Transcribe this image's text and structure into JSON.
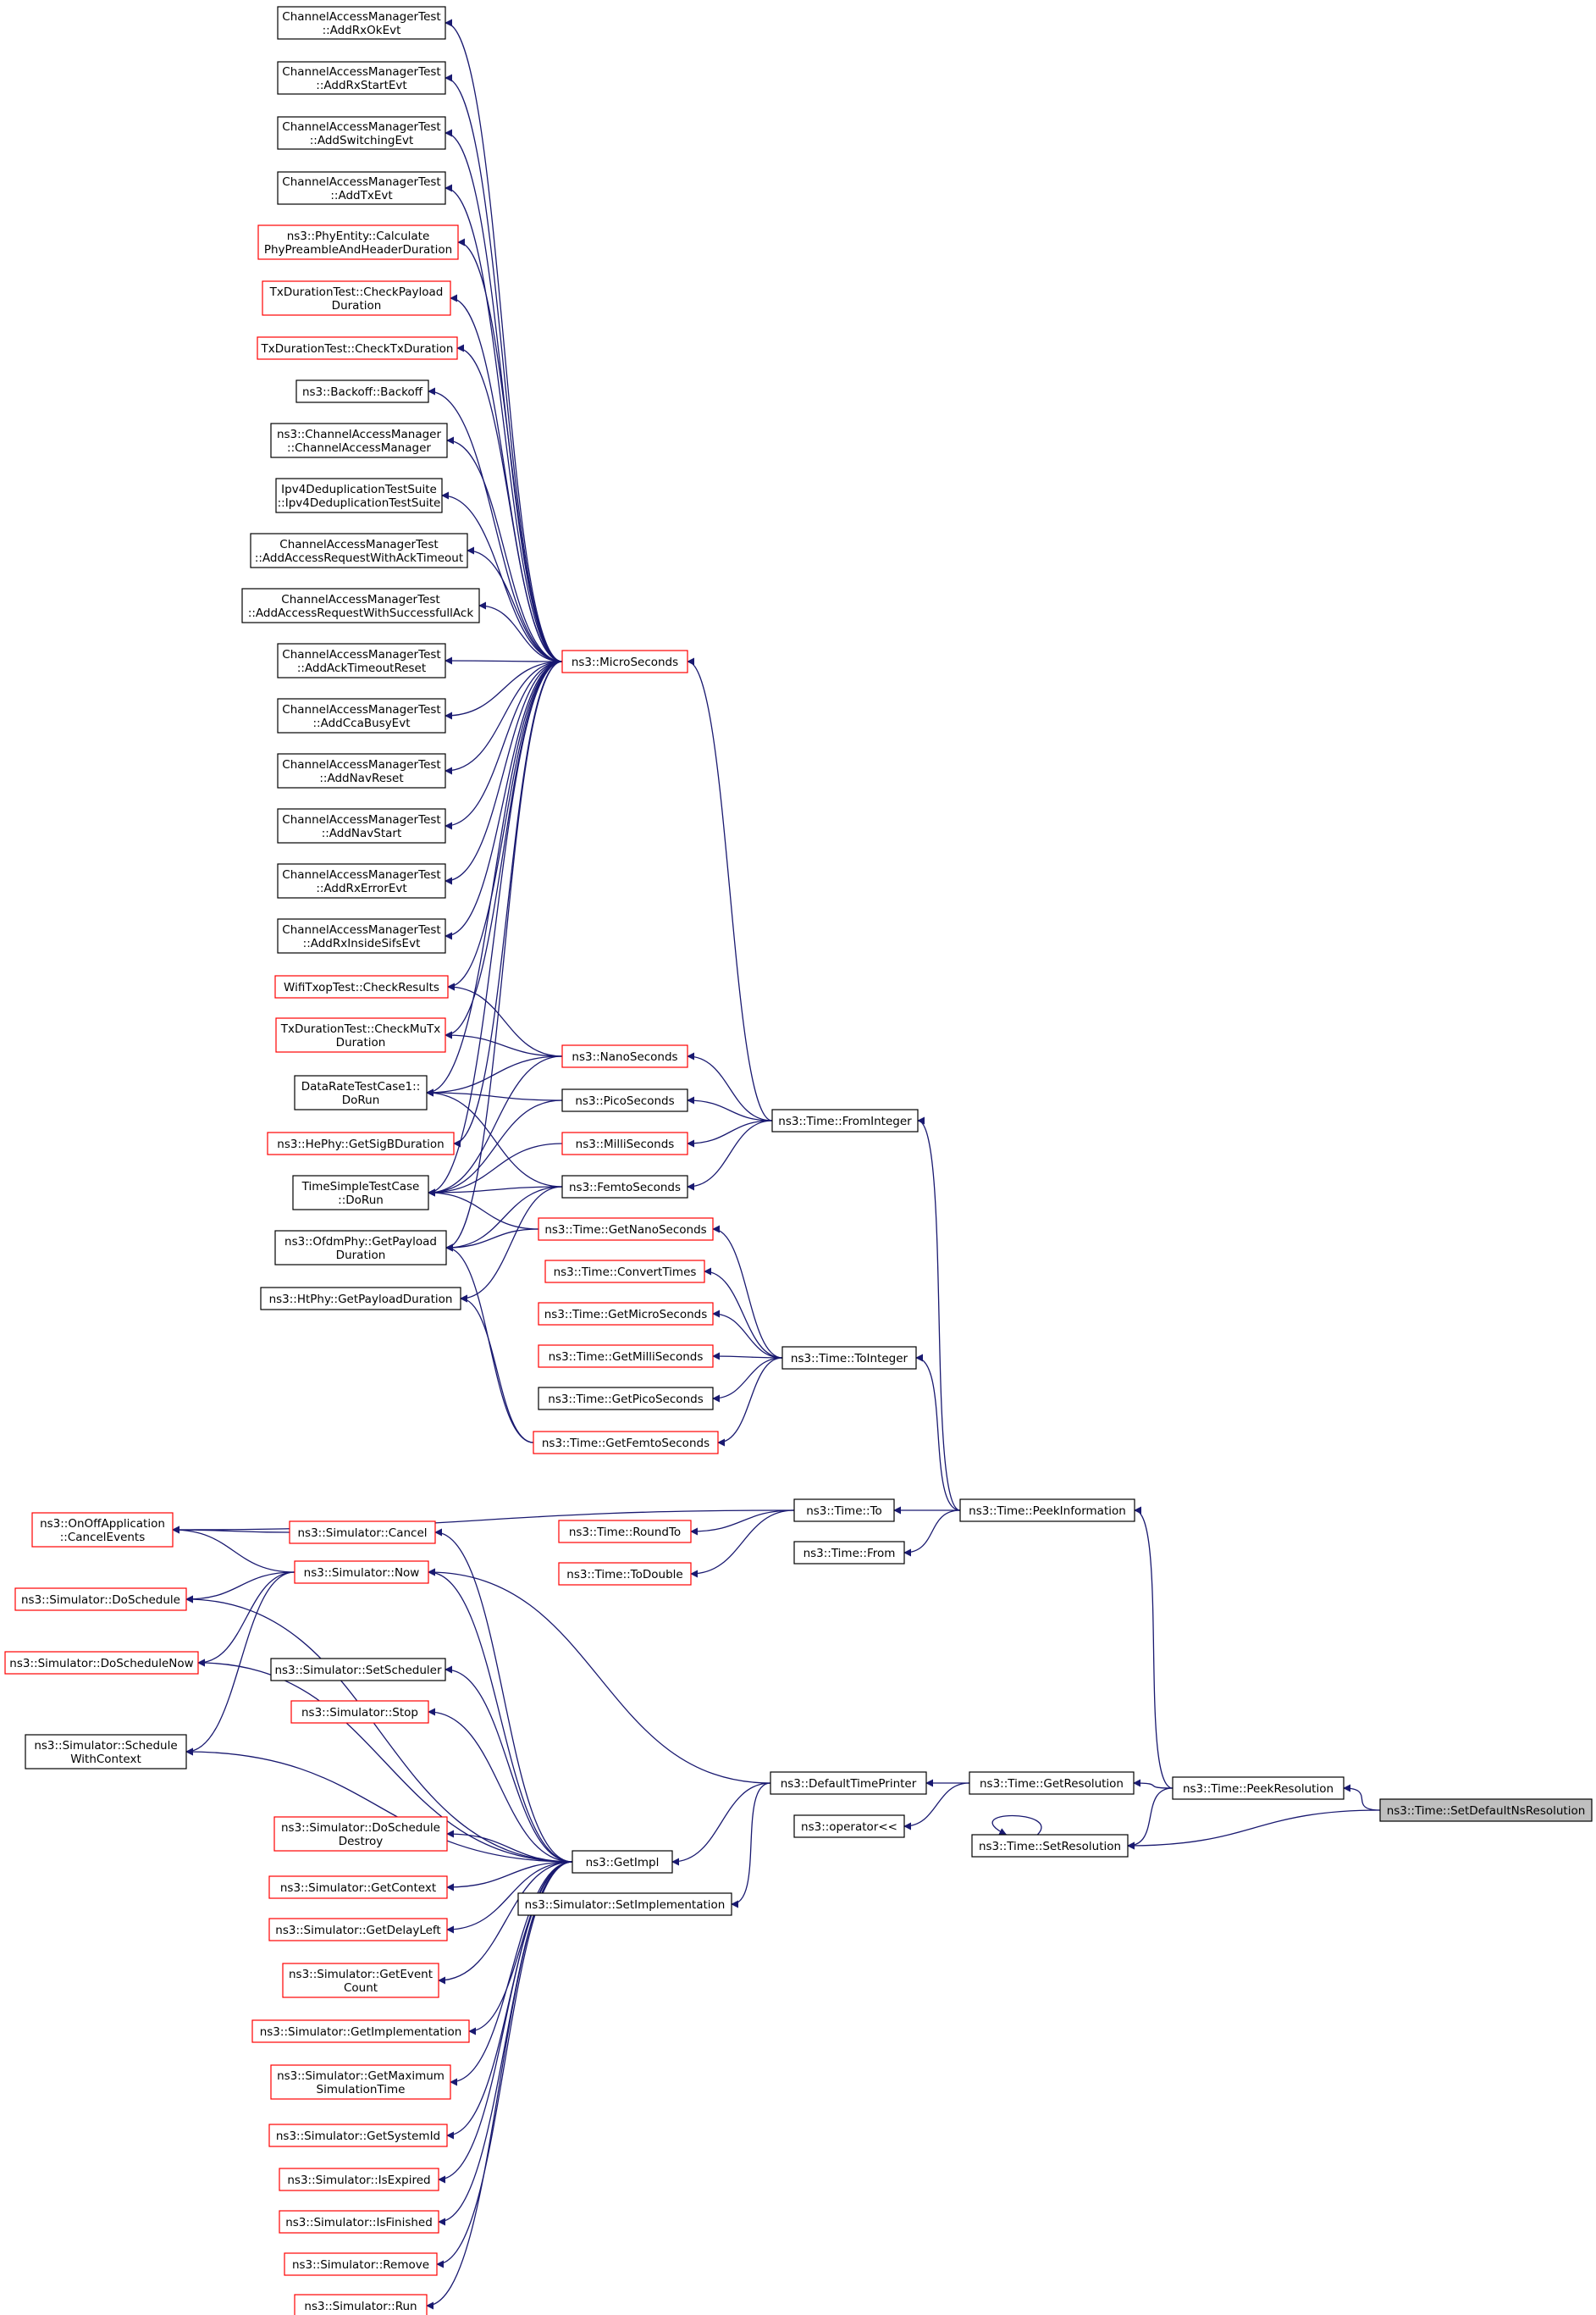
{
  "colors": {
    "edge": "#191970",
    "border_black": "#000000",
    "border_red": "#ff0000",
    "root_fill": "#bfbfbf"
  },
  "nodes": [
    {
      "id": "n1",
      "lines": [
        "ChannelAccessManagerTest",
        "::AddRxOkEvt"
      ],
      "border": "black"
    },
    {
      "id": "n2",
      "lines": [
        "ChannelAccessManagerTest",
        "::AddRxStartEvt"
      ],
      "border": "black"
    },
    {
      "id": "n3",
      "lines": [
        "ChannelAccessManagerTest",
        "::AddSwitchingEvt"
      ],
      "border": "black"
    },
    {
      "id": "n4",
      "lines": [
        "ChannelAccessManagerTest",
        "::AddTxEvt"
      ],
      "border": "black"
    },
    {
      "id": "n5",
      "lines": [
        "ns3::PhyEntity::Calculate",
        "PhyPreambleAndHeaderDuration"
      ],
      "border": "red"
    },
    {
      "id": "n6",
      "lines": [
        "TxDurationTest::CheckPayload",
        "Duration"
      ],
      "border": "red"
    },
    {
      "id": "n7",
      "lines": [
        "TxDurationTest::CheckTxDuration"
      ],
      "border": "red"
    },
    {
      "id": "n8",
      "lines": [
        "ns3::Backoff::Backoff"
      ],
      "border": "black"
    },
    {
      "id": "n9",
      "lines": [
        "ns3::ChannelAccessManager",
        "::ChannelAccessManager"
      ],
      "border": "black"
    },
    {
      "id": "n10",
      "lines": [
        "Ipv4DeduplicationTestSuite",
        "::Ipv4DeduplicationTestSuite"
      ],
      "border": "black"
    },
    {
      "id": "n11",
      "lines": [
        "ChannelAccessManagerTest",
        "::AddAccessRequestWithAckTimeout"
      ],
      "border": "black"
    },
    {
      "id": "n12",
      "lines": [
        "ChannelAccessManagerTest",
        "::AddAccessRequestWithSuccessfullAck"
      ],
      "border": "black"
    },
    {
      "id": "n13",
      "lines": [
        "ChannelAccessManagerTest",
        "::AddAckTimeoutReset"
      ],
      "border": "black"
    },
    {
      "id": "n14",
      "lines": [
        "ChannelAccessManagerTest",
        "::AddCcaBusyEvt"
      ],
      "border": "black"
    },
    {
      "id": "n15",
      "lines": [
        "ChannelAccessManagerTest",
        "::AddNavReset"
      ],
      "border": "black"
    },
    {
      "id": "n16",
      "lines": [
        "ChannelAccessManagerTest",
        "::AddNavStart"
      ],
      "border": "black"
    },
    {
      "id": "n17",
      "lines": [
        "ChannelAccessManagerTest",
        "::AddRxErrorEvt"
      ],
      "border": "black"
    },
    {
      "id": "n18",
      "lines": [
        "ChannelAccessManagerTest",
        "::AddRxInsideSifsEvt"
      ],
      "border": "black"
    },
    {
      "id": "n19",
      "lines": [
        "WifiTxopTest::CheckResults"
      ],
      "border": "red"
    },
    {
      "id": "n20",
      "lines": [
        "TxDurationTest::CheckMuTx",
        "Duration"
      ],
      "border": "red"
    },
    {
      "id": "n21",
      "lines": [
        "DataRateTestCase1::",
        "DoRun"
      ],
      "border": "black"
    },
    {
      "id": "n22",
      "lines": [
        "ns3::HePhy::GetSigBDuration"
      ],
      "border": "red"
    },
    {
      "id": "n23",
      "lines": [
        "TimeSimpleTestCase",
        "::DoRun"
      ],
      "border": "black"
    },
    {
      "id": "n24",
      "lines": [
        "ns3::OfdmPhy::GetPayload",
        "Duration"
      ],
      "border": "black"
    },
    {
      "id": "n25",
      "lines": [
        "ns3::HtPhy::GetPayloadDuration"
      ],
      "border": "black"
    },
    {
      "id": "m1",
      "lines": [
        "ns3::MicroSeconds"
      ],
      "border": "red"
    },
    {
      "id": "m2",
      "lines": [
        "ns3::NanoSeconds"
      ],
      "border": "red"
    },
    {
      "id": "m3",
      "lines": [
        "ns3::PicoSeconds"
      ],
      "border": "black"
    },
    {
      "id": "m4",
      "lines": [
        "ns3::MilliSeconds"
      ],
      "border": "red"
    },
    {
      "id": "m5",
      "lines": [
        "ns3::FemtoSeconds"
      ],
      "border": "black"
    },
    {
      "id": "m6",
      "lines": [
        "ns3::Time::GetNanoSeconds"
      ],
      "border": "red"
    },
    {
      "id": "m7",
      "lines": [
        "ns3::Time::ConvertTimes"
      ],
      "border": "red"
    },
    {
      "id": "m8",
      "lines": [
        "ns3::Time::GetMicroSeconds"
      ],
      "border": "red"
    },
    {
      "id": "m9",
      "lines": [
        "ns3::Time::GetMilliSeconds"
      ],
      "border": "red"
    },
    {
      "id": "m10",
      "lines": [
        "ns3::Time::GetPicoSeconds"
      ],
      "border": "black"
    },
    {
      "id": "m11",
      "lines": [
        "ns3::Time::GetFemtoSeconds"
      ],
      "border": "red"
    },
    {
      "id": "fi",
      "lines": [
        "ns3::Time::FromInteger"
      ],
      "border": "black"
    },
    {
      "id": "ti",
      "lines": [
        "ns3::Time::ToInteger"
      ],
      "border": "black"
    },
    {
      "id": "to",
      "lines": [
        "ns3::Time::To"
      ],
      "border": "black"
    },
    {
      "id": "rt",
      "lines": [
        "ns3::Time::RoundTo"
      ],
      "border": "red"
    },
    {
      "id": "td",
      "lines": [
        "ns3::Time::ToDouble"
      ],
      "border": "red"
    },
    {
      "id": "fr",
      "lines": [
        "ns3::Time::From"
      ],
      "border": "black"
    },
    {
      "id": "pi",
      "lines": [
        "ns3::Time::PeekInformation"
      ],
      "border": "black"
    },
    {
      "id": "oo",
      "lines": [
        "ns3::OnOffApplication",
        "::CancelEvents"
      ],
      "border": "red"
    },
    {
      "id": "ds",
      "lines": [
        "ns3::Simulator::DoSchedule"
      ],
      "border": "red"
    },
    {
      "id": "dsn",
      "lines": [
        "ns3::Simulator::DoScheduleNow"
      ],
      "border": "red"
    },
    {
      "id": "swc",
      "lines": [
        "ns3::Simulator::Schedule",
        "WithContext"
      ],
      "border": "black"
    },
    {
      "id": "sc",
      "lines": [
        "ns3::Simulator::Cancel"
      ],
      "border": "red"
    },
    {
      "id": "sn",
      "lines": [
        "ns3::Simulator::Now"
      ],
      "border": "red"
    },
    {
      "id": "ss",
      "lines": [
        "ns3::Simulator::SetScheduler"
      ],
      "border": "black"
    },
    {
      "id": "st",
      "lines": [
        "ns3::Simulator::Stop"
      ],
      "border": "red"
    },
    {
      "id": "sdd",
      "lines": [
        "ns3::Simulator::DoSchedule",
        "Destroy"
      ],
      "border": "red"
    },
    {
      "id": "sgc",
      "lines": [
        "ns3::Simulator::GetContext"
      ],
      "border": "red"
    },
    {
      "id": "sgd",
      "lines": [
        "ns3::Simulator::GetDelayLeft"
      ],
      "border": "red"
    },
    {
      "id": "sge",
      "lines": [
        "ns3::Simulator::GetEvent",
        "Count"
      ],
      "border": "red"
    },
    {
      "id": "sgi",
      "lines": [
        "ns3::Simulator::GetImplementation"
      ],
      "border": "red"
    },
    {
      "id": "sgm",
      "lines": [
        "ns3::Simulator::GetMaximum",
        "SimulationTime"
      ],
      "border": "red"
    },
    {
      "id": "sgs",
      "lines": [
        "ns3::Simulator::GetSystemId"
      ],
      "border": "red"
    },
    {
      "id": "sie",
      "lines": [
        "ns3::Simulator::IsExpired"
      ],
      "border": "red"
    },
    {
      "id": "sif",
      "lines": [
        "ns3::Simulator::IsFinished"
      ],
      "border": "red"
    },
    {
      "id": "srm",
      "lines": [
        "ns3::Simulator::Remove"
      ],
      "border": "red"
    },
    {
      "id": "srn",
      "lines": [
        "ns3::Simulator::Run"
      ],
      "border": "red"
    },
    {
      "id": "gi",
      "lines": [
        "ns3::GetImpl"
      ],
      "border": "black"
    },
    {
      "id": "si",
      "lines": [
        "ns3::Simulator::SetImplementation"
      ],
      "border": "black"
    },
    {
      "id": "dtp",
      "lines": [
        "ns3::DefaultTimePrinter"
      ],
      "border": "black"
    },
    {
      "id": "op",
      "lines": [
        "ns3::operator<<"
      ],
      "border": "black"
    },
    {
      "id": "gr",
      "lines": [
        "ns3::Time::GetResolution"
      ],
      "border": "black"
    },
    {
      "id": "sr",
      "lines": [
        "ns3::Time::SetResolution"
      ],
      "border": "black"
    },
    {
      "id": "pr",
      "lines": [
        "ns3::Time::PeekResolution"
      ],
      "border": "black"
    },
    {
      "id": "root",
      "lines": [
        "ns3::Time::SetDefaultNsResolution"
      ],
      "border": "root"
    }
  ]
}
